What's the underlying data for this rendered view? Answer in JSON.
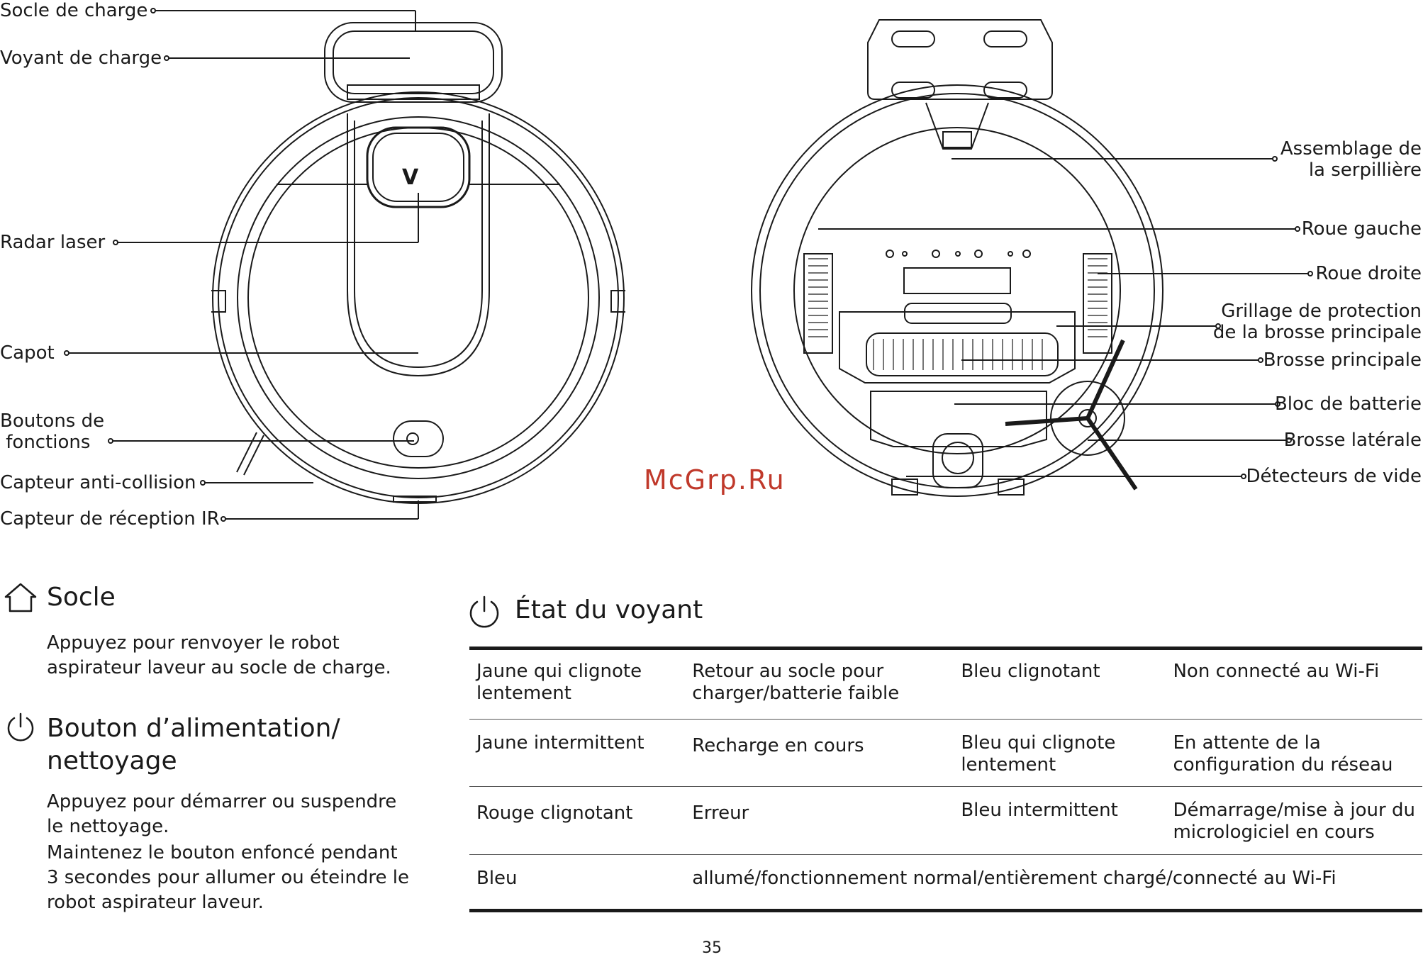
{
  "diagram": {
    "left_labels": [
      {
        "id": "socle-de-charge",
        "text": "Socle de charge"
      },
      {
        "id": "voyant-de-charge",
        "text": "Voyant de charge"
      },
      {
        "id": "radar-laser",
        "text": "Radar laser"
      },
      {
        "id": "capot",
        "text": "Capot"
      },
      {
        "id": "boutons-de-fonctions",
        "text": "Boutons de\n fonctions"
      },
      {
        "id": "capteur-anti-collision",
        "text": "Capteur anti-collision"
      },
      {
        "id": "capteur-de-reception-ir",
        "text": "Capteur de réception IR"
      }
    ],
    "right_labels": [
      {
        "id": "assemblage-serpilliere",
        "text": "Assemblage de\nla serpillière"
      },
      {
        "id": "roue-gauche",
        "text": "Roue gauche"
      },
      {
        "id": "roue-droite",
        "text": "Roue droite"
      },
      {
        "id": "grillage-protection",
        "text": "Grillage de protection\nde la brosse principale"
      },
      {
        "id": "brosse-principale",
        "text": "Brosse principale"
      },
      {
        "id": "bloc-de-batterie",
        "text": "Bloc de batterie"
      },
      {
        "id": "brosse-laterale",
        "text": "Brosse latérale"
      },
      {
        "id": "detecteurs-de-vide",
        "text": "Détecteurs de vide"
      }
    ],
    "logo_text": "V"
  },
  "watermark": "McGrp.Ru",
  "socle": {
    "icon": "home-icon",
    "title": "Socle",
    "text": "Appuyez pour renvoyer le robot\naspirateur laveur au socle de charge."
  },
  "power": {
    "icon": "power-icon",
    "title": "Bouton d’alimentation/\nnettoyage",
    "text1": "Appuyez pour démarrer ou suspendre\nle nettoyage.",
    "text2": "Maintenez le bouton enfoncé pendant\n3 secondes pour allumer ou éteindre le\nrobot aspirateur laveur."
  },
  "etat": {
    "icon": "power-icon",
    "title": "État du voyant",
    "rows": [
      [
        "Jaune qui clignote\nlentement",
        "Retour au socle pour\ncharger/batterie faible",
        "Bleu clignotant",
        "Non connecté au Wi-Fi"
      ],
      [
        "Jaune intermittent",
        "Recharge en cours",
        "Bleu qui clignote\nlentement",
        "En attente de la\nconfiguration du réseau"
      ],
      [
        "Rouge clignotant",
        "Erreur",
        "Bleu intermittent",
        "Démarrage/mise à jour du\nmicrologiciel en cours"
      ]
    ],
    "last_row": [
      "Bleu",
      "allumé/fonctionnement normal/entièrement chargé/connecté au Wi-Fi"
    ]
  },
  "page_number": "35"
}
